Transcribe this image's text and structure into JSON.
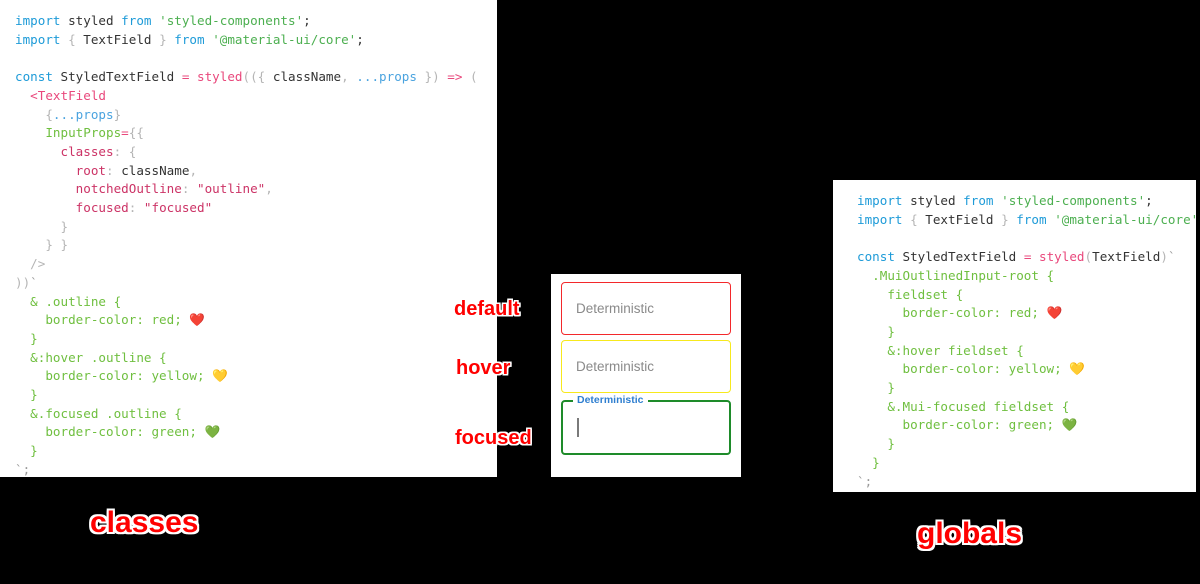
{
  "panels": {
    "classes": {
      "caption": "classes",
      "code_lines": [
        [
          {
            "t": "kw",
            "s": "import"
          },
          {
            "t": "plain",
            "s": " styled "
          },
          {
            "t": "kw",
            "s": "from"
          },
          {
            "t": "plain",
            "s": " "
          },
          {
            "t": "str",
            "s": "'styled-components'"
          },
          {
            "t": "plain",
            "s": ";"
          }
        ],
        [
          {
            "t": "kw",
            "s": "import"
          },
          {
            "t": "punc",
            "s": " { "
          },
          {
            "t": "plain",
            "s": "TextField"
          },
          {
            "t": "punc",
            "s": " } "
          },
          {
            "t": "kw",
            "s": "from"
          },
          {
            "t": "plain",
            "s": " "
          },
          {
            "t": "str",
            "s": "'@material-ui/core'"
          },
          {
            "t": "plain",
            "s": ";"
          }
        ],
        [
          {
            "t": "plain",
            "s": ""
          }
        ],
        [
          {
            "t": "kw",
            "s": "const"
          },
          {
            "t": "plain",
            "s": " StyledTextField "
          },
          {
            "t": "op",
            "s": "="
          },
          {
            "t": "plain",
            "s": " "
          },
          {
            "t": "fn",
            "s": "styled"
          },
          {
            "t": "punc",
            "s": "(({ "
          },
          {
            "t": "plain",
            "s": "className"
          },
          {
            "t": "punc",
            "s": ", "
          },
          {
            "t": "var",
            "s": "...props"
          },
          {
            "t": "punc",
            "s": " }) "
          },
          {
            "t": "op",
            "s": "=>"
          },
          {
            "t": "punc",
            "s": " ("
          }
        ],
        [
          {
            "t": "plain",
            "s": "  "
          },
          {
            "t": "fn",
            "s": "<TextField"
          }
        ],
        [
          {
            "t": "punc",
            "s": "    {"
          },
          {
            "t": "var",
            "s": "...props"
          },
          {
            "t": "punc",
            "s": "}"
          }
        ],
        [
          {
            "t": "plain",
            "s": "    "
          },
          {
            "t": "attr",
            "s": "InputProps"
          },
          {
            "t": "op",
            "s": "="
          },
          {
            "t": "punc",
            "s": "{{"
          }
        ],
        [
          {
            "t": "plain",
            "s": "      "
          },
          {
            "t": "prop",
            "s": "classes"
          },
          {
            "t": "punc",
            "s": ": {"
          }
        ],
        [
          {
            "t": "plain",
            "s": "        "
          },
          {
            "t": "prop",
            "s": "root"
          },
          {
            "t": "punc",
            "s": ": "
          },
          {
            "t": "plain",
            "s": "className"
          },
          {
            "t": "punc",
            "s": ","
          }
        ],
        [
          {
            "t": "plain",
            "s": "        "
          },
          {
            "t": "prop",
            "s": "notchedOutline"
          },
          {
            "t": "punc",
            "s": ": "
          },
          {
            "t": "pstr",
            "s": "\"outline\""
          },
          {
            "t": "punc",
            "s": ","
          }
        ],
        [
          {
            "t": "plain",
            "s": "        "
          },
          {
            "t": "prop",
            "s": "focused"
          },
          {
            "t": "punc",
            "s": ": "
          },
          {
            "t": "pstr",
            "s": "\"focused\""
          }
        ],
        [
          {
            "t": "punc",
            "s": "      }"
          }
        ],
        [
          {
            "t": "punc",
            "s": "    } }"
          }
        ],
        [
          {
            "t": "punc",
            "s": "  />"
          }
        ],
        [
          {
            "t": "punc",
            "s": "))"
          },
          {
            "t": "tick",
            "s": "`"
          }
        ],
        [
          {
            "t": "css",
            "s": "  & .outline {"
          }
        ],
        [
          {
            "t": "css",
            "s": "    border-color: red; "
          },
          {
            "t": "emoji",
            "s": "❤️"
          }
        ],
        [
          {
            "t": "css",
            "s": "  }"
          }
        ],
        [
          {
            "t": "css",
            "s": "  &:hover .outline {"
          }
        ],
        [
          {
            "t": "css",
            "s": "    border-color: yellow; "
          },
          {
            "t": "emoji",
            "s": "💛"
          }
        ],
        [
          {
            "t": "css",
            "s": "  }"
          }
        ],
        [
          {
            "t": "css",
            "s": "  &.focused .outline {"
          }
        ],
        [
          {
            "t": "css",
            "s": "    border-color: green; "
          },
          {
            "t": "emoji",
            "s": "💚"
          }
        ],
        [
          {
            "t": "css",
            "s": "  }"
          }
        ],
        [
          {
            "t": "tick",
            "s": "`;"
          }
        ]
      ]
    },
    "globals": {
      "caption": "globals",
      "code_lines": [
        [
          {
            "t": "kw",
            "s": "import"
          },
          {
            "t": "plain",
            "s": " styled "
          },
          {
            "t": "kw",
            "s": "from"
          },
          {
            "t": "plain",
            "s": " "
          },
          {
            "t": "str",
            "s": "'styled-components'"
          },
          {
            "t": "plain",
            "s": ";"
          }
        ],
        [
          {
            "t": "kw",
            "s": "import"
          },
          {
            "t": "punc",
            "s": " { "
          },
          {
            "t": "plain",
            "s": "TextField"
          },
          {
            "t": "punc",
            "s": " } "
          },
          {
            "t": "kw",
            "s": "from"
          },
          {
            "t": "plain",
            "s": " "
          },
          {
            "t": "str",
            "s": "'@material-ui/core'"
          },
          {
            "t": "plain",
            "s": ";"
          }
        ],
        [
          {
            "t": "plain",
            "s": ""
          }
        ],
        [
          {
            "t": "kw",
            "s": "const"
          },
          {
            "t": "plain",
            "s": " StyledTextField "
          },
          {
            "t": "op",
            "s": "="
          },
          {
            "t": "plain",
            "s": " "
          },
          {
            "t": "fn",
            "s": "styled"
          },
          {
            "t": "punc",
            "s": "("
          },
          {
            "t": "plain",
            "s": "TextField"
          },
          {
            "t": "punc",
            "s": ")"
          },
          {
            "t": "tick",
            "s": "`"
          }
        ],
        [
          {
            "t": "css",
            "s": "  .MuiOutlinedInput-root {"
          }
        ],
        [
          {
            "t": "css",
            "s": "    fieldset {"
          }
        ],
        [
          {
            "t": "css",
            "s": "      border-color: red; "
          },
          {
            "t": "emoji",
            "s": "❤️"
          }
        ],
        [
          {
            "t": "css",
            "s": "    }"
          }
        ],
        [
          {
            "t": "css",
            "s": "    &:hover fieldset {"
          }
        ],
        [
          {
            "t": "css",
            "s": "      border-color: yellow; "
          },
          {
            "t": "emoji",
            "s": "💛"
          }
        ],
        [
          {
            "t": "css",
            "s": "    }"
          }
        ],
        [
          {
            "t": "css",
            "s": "    &.Mui-focused fieldset {"
          }
        ],
        [
          {
            "t": "css",
            "s": "      border-color: green; "
          },
          {
            "t": "emoji",
            "s": "💚"
          }
        ],
        [
          {
            "t": "css",
            "s": "    }"
          }
        ],
        [
          {
            "t": "css",
            "s": "  }"
          }
        ],
        [
          {
            "t": "tick",
            "s": "`;"
          }
        ]
      ]
    }
  },
  "demo": {
    "states": [
      {
        "name": "default",
        "label": "default",
        "placeholder": "Deterministic",
        "border_color": "#f3282b",
        "floating_label": null,
        "caret": false
      },
      {
        "name": "hover",
        "label": "hover",
        "placeholder": "Deterministic",
        "border_color": "#f7e91d",
        "floating_label": null,
        "caret": false
      },
      {
        "name": "focused",
        "label": "focused",
        "placeholder": "",
        "border_color": "#1e8b2a",
        "floating_label": "Deterministic",
        "caret": true
      }
    ],
    "floating_label_color": "#2f7fd0"
  },
  "colors": {
    "background": "#000000",
    "panel": "#ffffff",
    "accent_red": "#ff0000",
    "keyword": "#1e9bd8",
    "string": "#4caf50",
    "function": "#e9487c",
    "property": "#cc3366",
    "css_green": "#6fbf3f"
  }
}
